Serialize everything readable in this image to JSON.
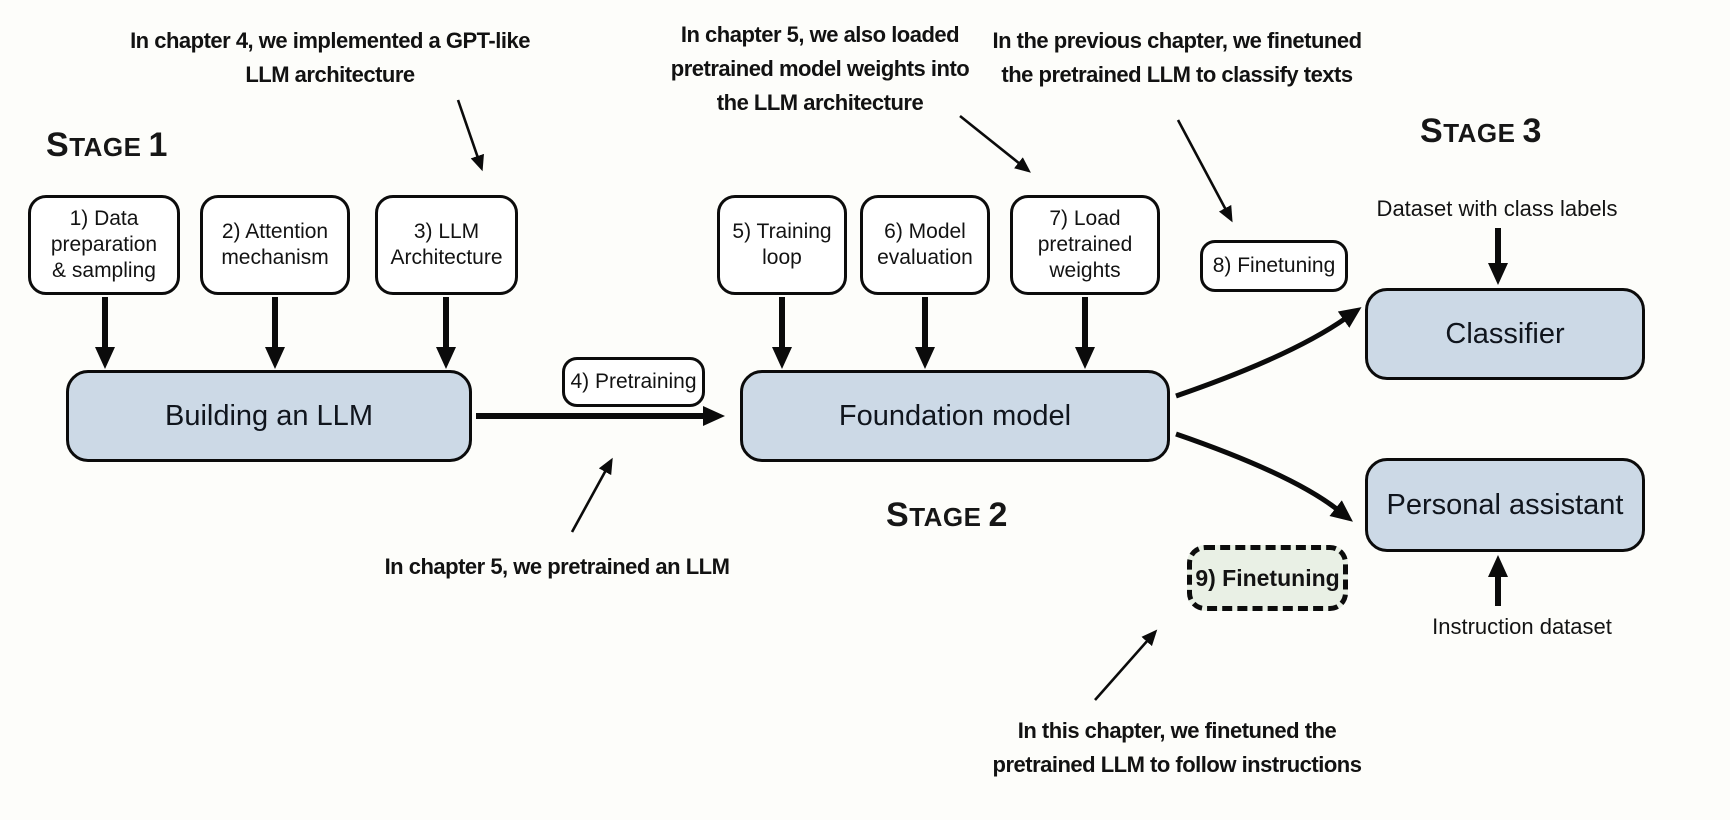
{
  "stage_labels": [
    {
      "initial": "S",
      "caps": "TAGE",
      "number": "1"
    },
    {
      "initial": "S",
      "caps": "TAGE",
      "number": "2"
    },
    {
      "initial": "S",
      "caps": "TAGE",
      "number": "3"
    }
  ],
  "annotations": {
    "chapter4": {
      "line1": "In chapter 4, we implemented a GPT-like",
      "line2": "LLM architecture"
    },
    "chapter5_loaded": {
      "line1": "In chapter 5, we also loaded",
      "line2": "pretrained model weights into",
      "line3": "the LLM architecture"
    },
    "prev_chapter": {
      "line1": "In the previous chapter, we finetuned",
      "line2": "the pretrained LLM to classify texts"
    },
    "chapter5_pretrained": {
      "line1": "In chapter 5, we pretrained an LLM"
    },
    "this_chapter": {
      "line1": "In this chapter, we finetuned the",
      "line2": "pretrained LLM to follow instructions"
    }
  },
  "step_boxes": {
    "data_preparation": {
      "line1": "1) Data",
      "line2": "preparation",
      "line3": "& sampling"
    },
    "attention": {
      "line1": "2) Attention",
      "line2": "mechanism"
    },
    "llm_architecture": {
      "line1": "3) LLM",
      "line2": "Architecture"
    },
    "pretraining": {
      "label": "4) Pretraining"
    },
    "training_loop": {
      "line1": "5) Training",
      "line2": "loop"
    },
    "model_evaluation": {
      "line1": "6) Model",
      "line2": "evaluation"
    },
    "load_weights": {
      "line1": "7) Load",
      "line2": "pretrained",
      "line3": "weights"
    },
    "finetuning_8": {
      "label": "8) Finetuning"
    },
    "finetuning_9": {
      "label": "9) Finetuning"
    }
  },
  "main_boxes": {
    "building": "Building an LLM",
    "foundation": "Foundation model",
    "classifier": "Classifier",
    "personal_assistant": "Personal assistant"
  },
  "side_labels": {
    "dataset_class": "Dataset with class labels",
    "instruction_dataset": "Instruction dataset"
  },
  "colors": {
    "box_fill": "#ccd9e6",
    "finetune_fill": "#e9f0e5",
    "ink": "#0b0b0b"
  }
}
